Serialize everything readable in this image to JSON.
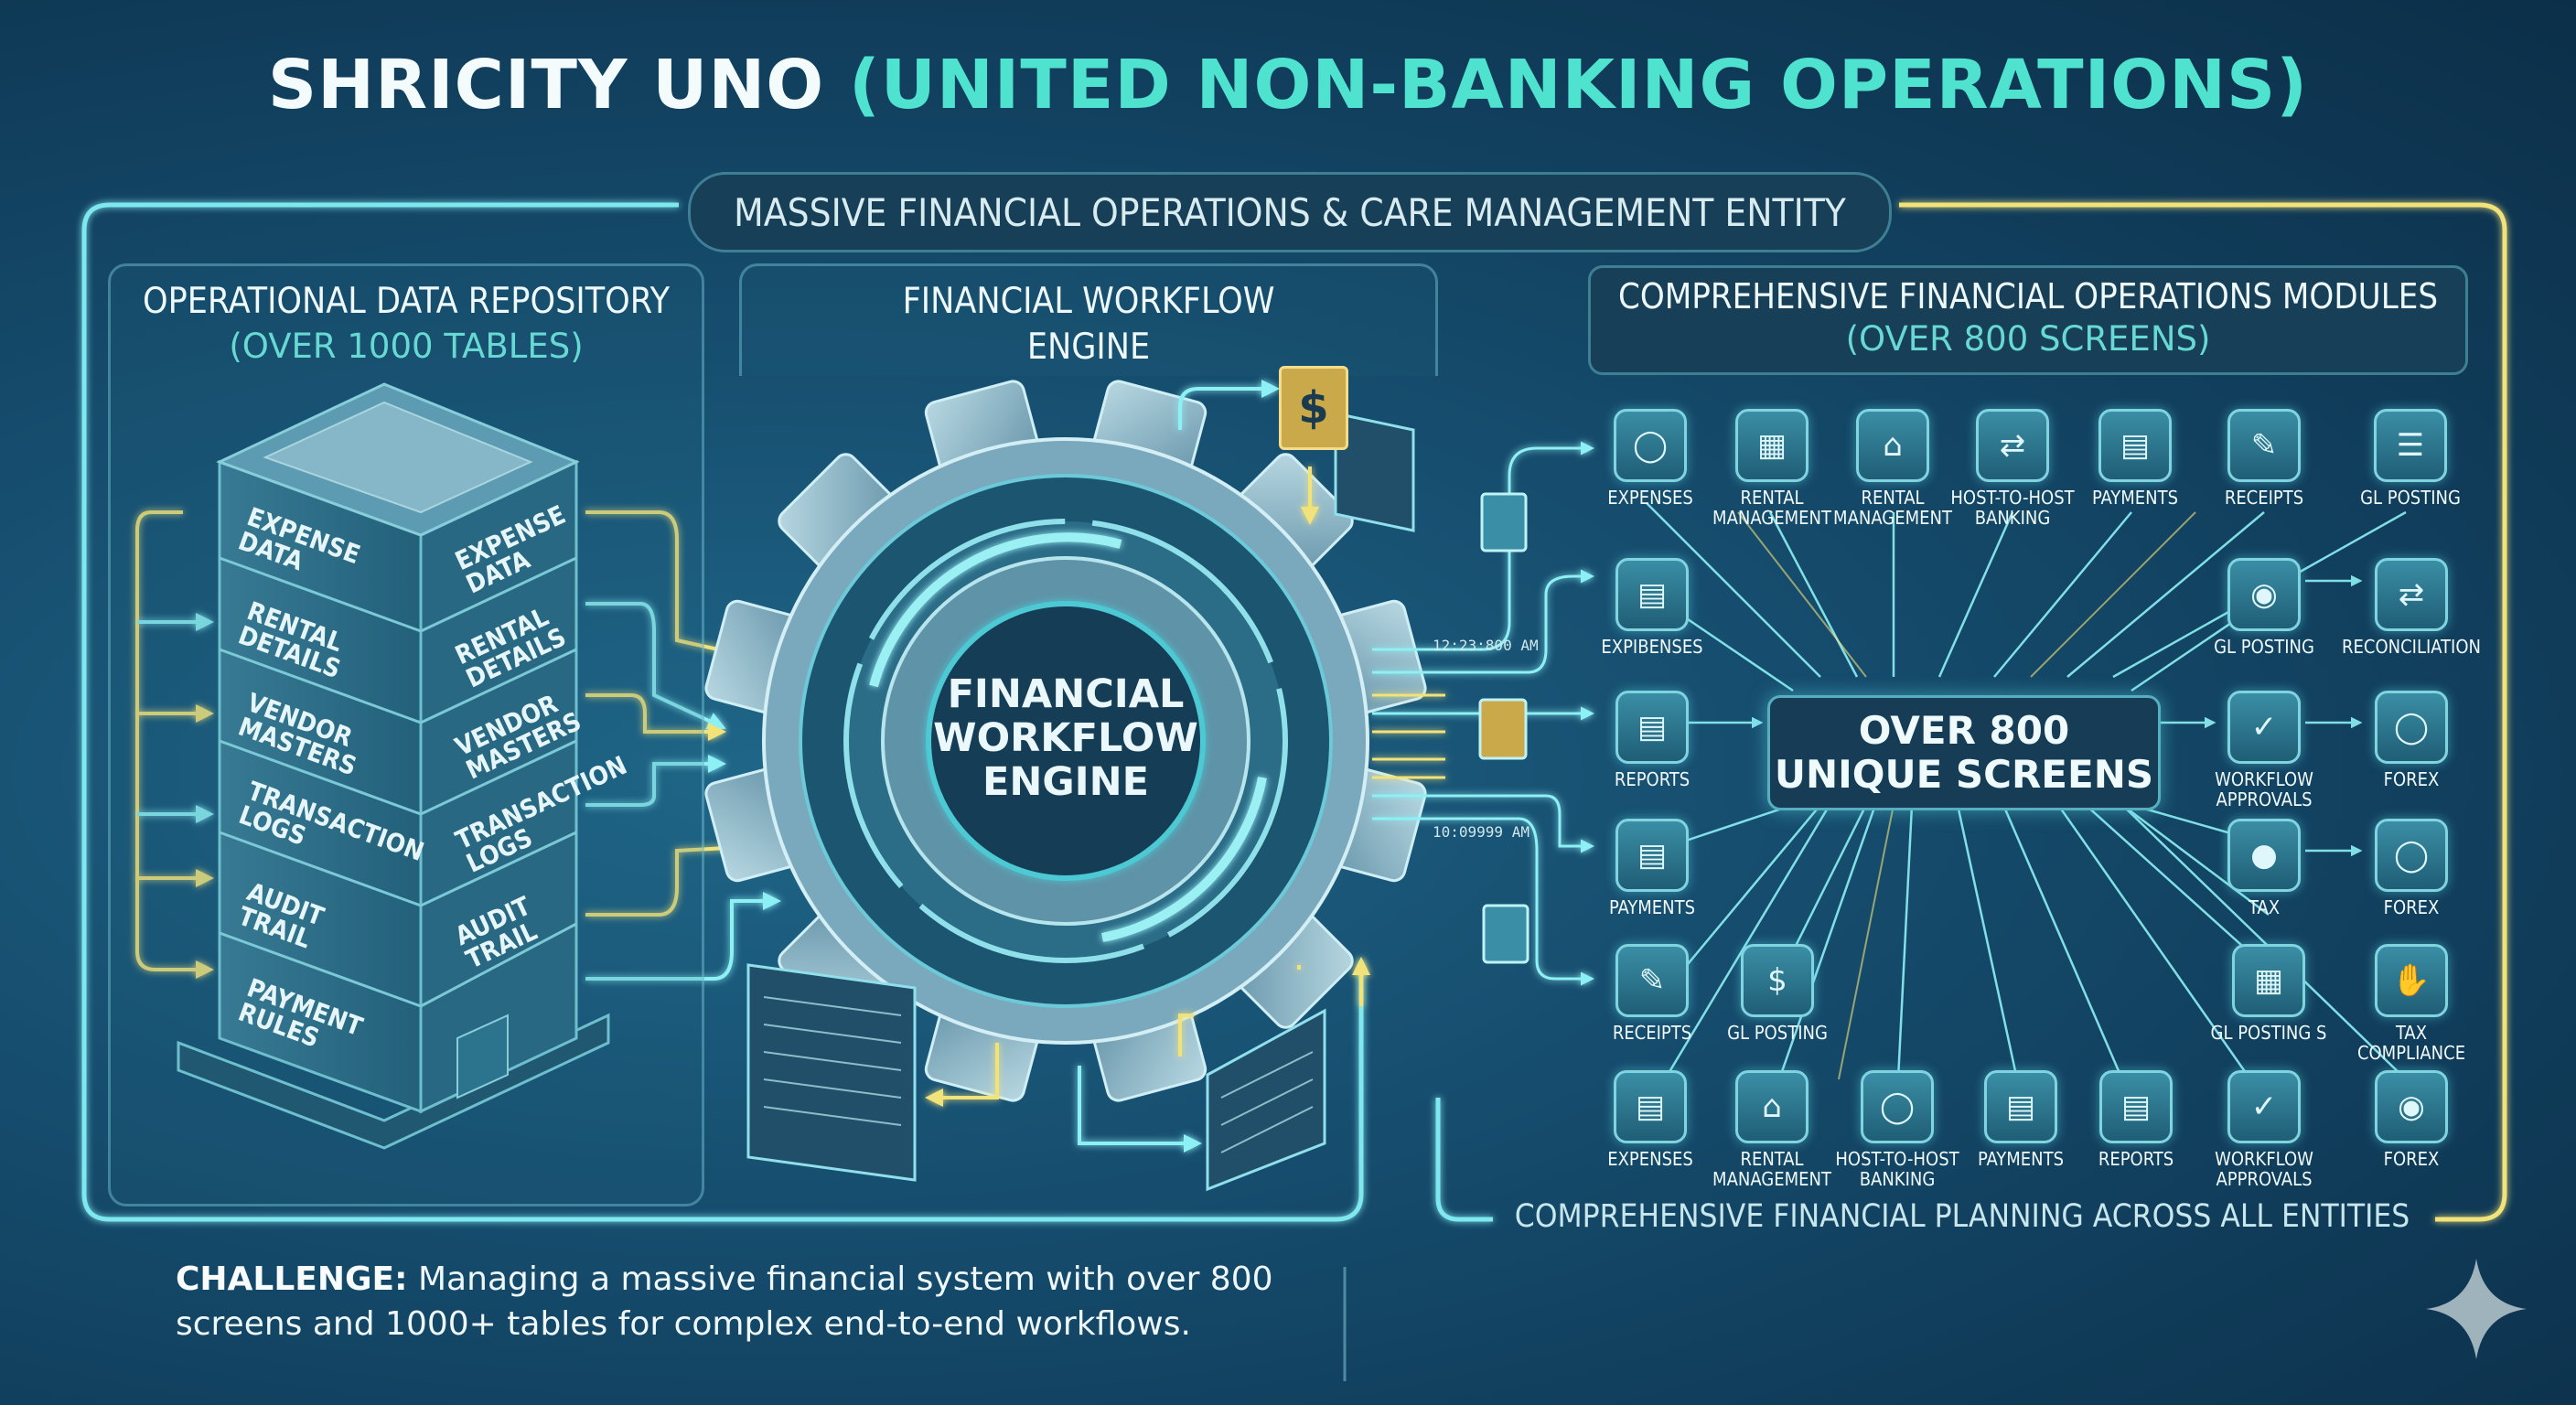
{
  "title": {
    "main": "SHRICITY UNO",
    "highlight": "(UNITED NON-BANKING OPERATIONS)"
  },
  "subtitle": "MASSIVE FINANCIAL OPERATIONS & CARE MANAGEMENT ENTITY",
  "repository": {
    "title": "OPERATIONAL DATA REPOSITORY",
    "subtitle": "(OVER 1000 TABLES)",
    "floors_left": [
      "EXPENSE DATA",
      "RENTAL DETAILS",
      "VENDOR MASTERS",
      "TRANSACTION LOGS",
      "AUDIT TRAIL",
      "PAYMENT RULES"
    ],
    "floors_right": [
      "EXPENSE DATA",
      "RENTAL DETAILS",
      "VENDOR MASTERS",
      "TRANSACTION LOGS",
      "AUDIT TRAIL"
    ]
  },
  "engine": {
    "title": "FINANCIAL WORKFLOW ENGINE",
    "center_label": [
      "FINANCIAL",
      "WORKFLOW",
      "ENGINE"
    ]
  },
  "modules": {
    "title": "COMPREHENSIVE FINANCIAL OPERATIONS MODULES",
    "subtitle": "(OVER 800 SCREENS)",
    "hub": [
      "OVER 800",
      "UNIQUE SCREENS"
    ],
    "row1": [
      "EXPENSES",
      "RENTAL MANAGEMENT",
      "RENTAL MANAGEMENT",
      "HOST-TO-HOST BANKING",
      "PAYMENTS",
      "RECEIPTS",
      "GL POSTING"
    ],
    "left_col": [
      "EXPIBENSES",
      "REPORTS",
      "PAYMENTS",
      "RECEIPTS"
    ],
    "gl_mid": "GL POSTING",
    "right_a": [
      "GL POSTING",
      "WORKFLOW APPROVALS",
      "TAX",
      "GL POSTING S"
    ],
    "right_b": [
      "RECONCILIATION",
      "FOREX",
      "FOREX",
      "TAX COMPLIANCE"
    ],
    "row_bottom": [
      "EXPENSES",
      "RENTAL MANAGEMENT",
      "HOST-TO-HOST BANKING",
      "PAYMENTS",
      "REPORTS",
      "WORKFLOW APPROVALS",
      "FOREX"
    ]
  },
  "timestamps": [
    "12:23:800 AM",
    "10:09999 AM"
  ],
  "bottom_caption": "COMPREHENSIVE FINANCIAL PLANNING ACROSS ALL ENTITIES",
  "challenge": {
    "label": "CHALLENGE:",
    "text": "Managing a massive financial system with over 800 screens and 1000+ tables for complex end-to-end workflows."
  },
  "colors": {
    "accent_teal": "#4fe3cf",
    "glow_yellow": "#f2e27a",
    "glow_cyan": "#7fe8ef"
  }
}
